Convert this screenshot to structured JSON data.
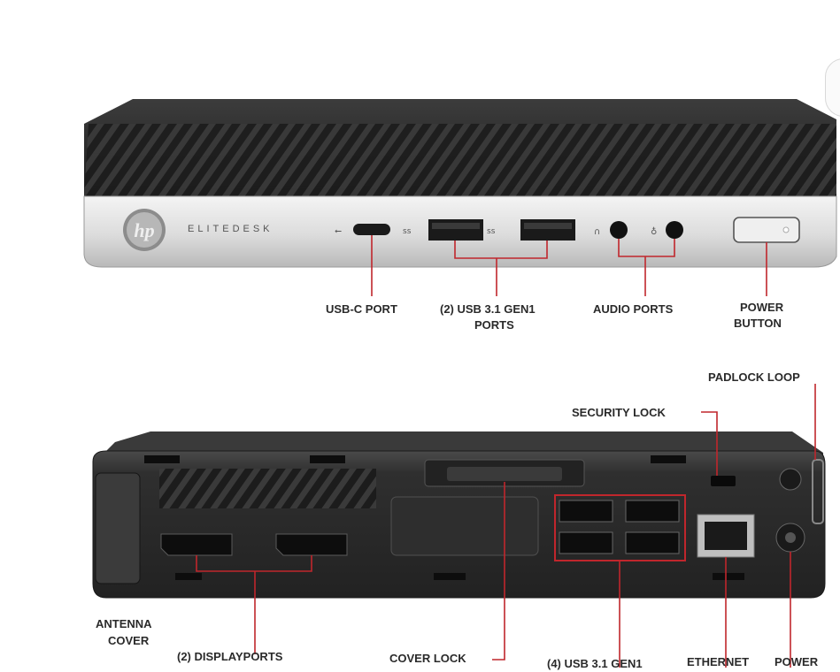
{
  "front": {
    "brand_text": "ELITEDESK",
    "labels": {
      "usb_c": "USB-C PORT",
      "usb31_line1": "(2) USB 3.1 GEN1",
      "usb31_line2": "PORTS",
      "audio": "AUDIO PORTS",
      "power_line1": "POWER",
      "power_line2": "BUTTON"
    }
  },
  "rear": {
    "labels": {
      "padlock": "PADLOCK LOOP",
      "security": "SECURITY LOCK",
      "antenna_line1": "ANTENNA",
      "antenna_line2": "COVER",
      "displayports": "(2) DISPLAYPORTS",
      "cover_lock": "COVER LOCK",
      "usb31_rear": "(4) USB 3.1 GEN1",
      "ethernet": "ETHERNET",
      "power": "POWER"
    }
  },
  "colors": {
    "callout": "#c0262c",
    "chassis_dark": "#2b2b2b",
    "chassis_silver": "#d9d9d9"
  }
}
